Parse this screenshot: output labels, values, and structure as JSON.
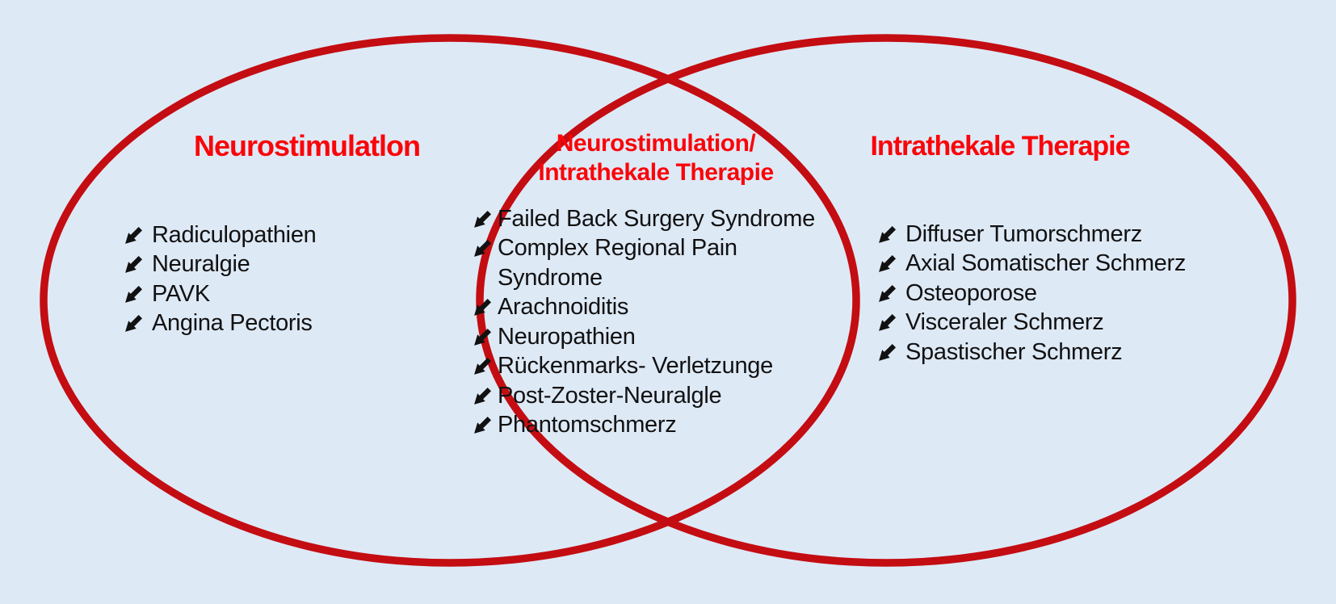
{
  "venn": {
    "colors": {
      "background": "#dee9f6",
      "ellipse_stroke": "#c30d12",
      "title_red": "#fa0509",
      "text": "#111111"
    },
    "left": {
      "title": "Neurostimulatlon",
      "items": [
        "Radiculopathien",
        "Neuralgie",
        "PAVK",
        "Angina Pectoris"
      ]
    },
    "middle": {
      "title_line1": "Neurostimulation/",
      "title_line2": "Intrathekale Therapie",
      "rows": [
        {
          "text": "Failed Back Surgery Syndrome",
          "bullet": true
        },
        {
          "text": "Complex Regional Pain",
          "bullet": true
        },
        {
          "text": "Syndrome",
          "bullet": false
        },
        {
          "text": "Arachnoiditis",
          "bullet": true
        },
        {
          "text": "Neuropathien",
          "bullet": true
        },
        {
          "text": "Rückenmarks- Verletzunge",
          "bullet": true
        },
        {
          "text": "Post-Zoster-Neuralgle",
          "bullet": true
        },
        {
          "text": "Phantomschmerz",
          "bullet": true
        }
      ]
    },
    "right": {
      "title": "Intrathekale Therapie",
      "items": [
        "Diffuser Tumorschmerz",
        "Axial Somatischer Schmerz",
        "Osteoporose",
        "Visceraler Schmerz",
        "Spastischer Schmerz"
      ]
    }
  }
}
